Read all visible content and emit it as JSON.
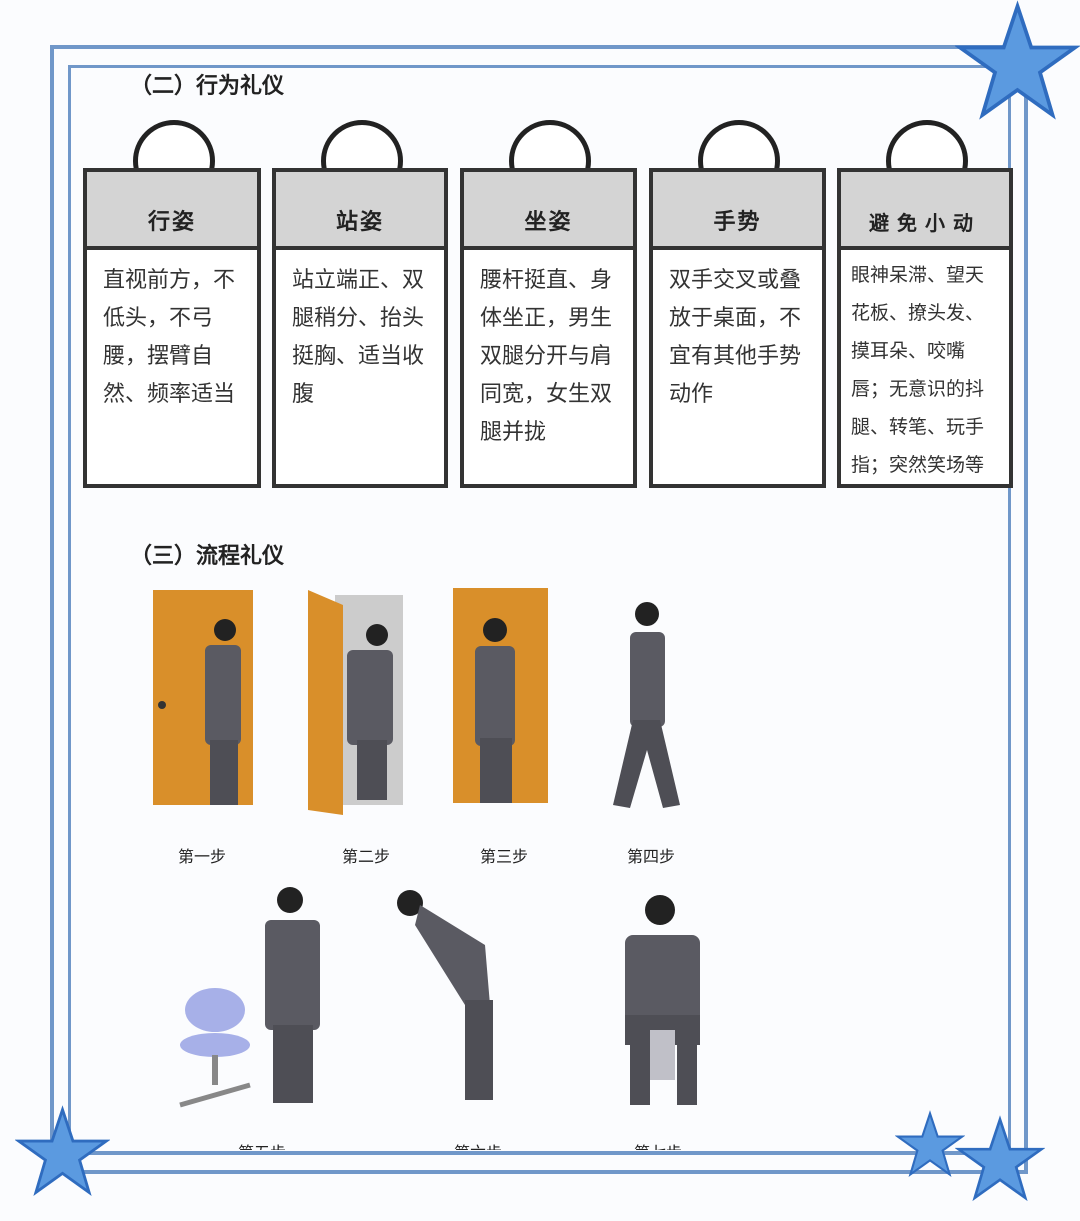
{
  "section2": {
    "title": "（二）行为礼仪",
    "cards": [
      {
        "title": "行姿",
        "text": "直视前方，不低头，不弓腰，摆臂自然、频率适当"
      },
      {
        "title": "站姿",
        "text": "站立端正、双腿稍分、抬头挺胸、适当收腹"
      },
      {
        "title": "坐姿",
        "text": "腰杆挺直、身体坐正，男生双腿分开与肩同宽，女生双腿并拢"
      },
      {
        "title": "手势",
        "text": "双手交叉或叠放于桌面，不宜有其他手势动作"
      },
      {
        "title": "避免小动",
        "text": "眼神呆滞、望天花板、撩头发、摸耳朵、咬嘴唇；无意识的抖腿、转笔、玩手指；突然笑场等"
      }
    ]
  },
  "section3": {
    "title": "（三）流程礼仪",
    "steps": [
      "第一步",
      "第二步",
      "第三步",
      "第四步",
      "第五步",
      "第六步",
      "第七步"
    ]
  },
  "colors": {
    "frame": "#7097c9",
    "door": "#d98f2a",
    "suit": "#5a5a62",
    "star": "#5b9ae0"
  }
}
